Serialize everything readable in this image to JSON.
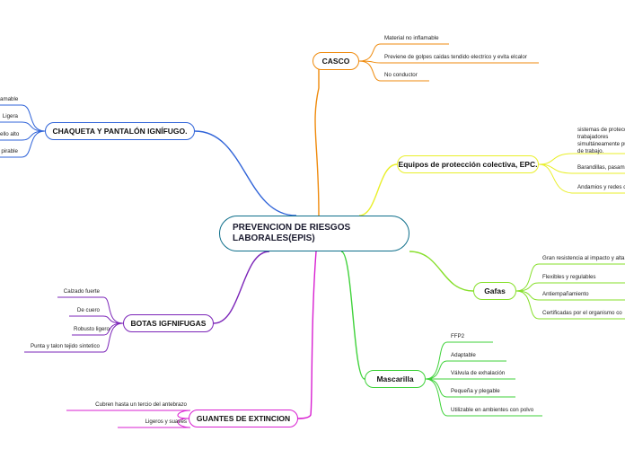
{
  "central": {
    "title": "PREVENCION DE RIESGOS LABORALES(EPIS)"
  },
  "branches": [
    {
      "id": "casco",
      "label": "CASCO",
      "color": "#ef8a0c",
      "leaves": [
        "Material no inflamable",
        "Previene de golpes caidas tendido electrico y evita elcalor",
        "No conductor"
      ]
    },
    {
      "id": "equipos",
      "label": "Equipos de protección colectiva, EPC.",
      "color": "#e9ef2a",
      "leaves": [
        "sistemas de protección trabajadores simultáneamente puesto de trabajo.",
        "Barandillas, pasamanos",
        "Andamios y redes de"
      ]
    },
    {
      "id": "gafas",
      "label": "Gafas",
      "color": "#86df2a",
      "leaves": [
        "Gran resistencia al impacto y alta",
        "Flexibles y regulables",
        "Antiempañamiento",
        "Certificadas por el organismo co"
      ]
    },
    {
      "id": "mascarilla",
      "label": "Mascarilla",
      "color": "#3fd23a",
      "leaves": [
        "FFP2",
        "Adaptable",
        "Válvula de exhalación",
        "Pequeña y plegable",
        "Utilizable en ambientes con polvo"
      ]
    },
    {
      "id": "guantes",
      "label": "GUANTES DE EXTINCION",
      "color": "#d81fd1",
      "leaves": [
        "Cubren hasta un tercio del antebrazo",
        "Ligeros y suaves"
      ]
    },
    {
      "id": "botas",
      "label": "BOTAS IGFNIFUGAS",
      "color": "#7b24b8",
      "leaves": [
        "Calzado fuerte",
        "De cuero",
        "Robusto ligero",
        "Punta y talon tejido sintetico"
      ]
    },
    {
      "id": "chaqueta",
      "label": "CHAQUETA Y PANTALÓN IGNÍFUGO.",
      "color": "#2f63d8",
      "leaves": [
        "amable",
        "Ligera",
        "ello alto",
        "pirable"
      ]
    }
  ]
}
